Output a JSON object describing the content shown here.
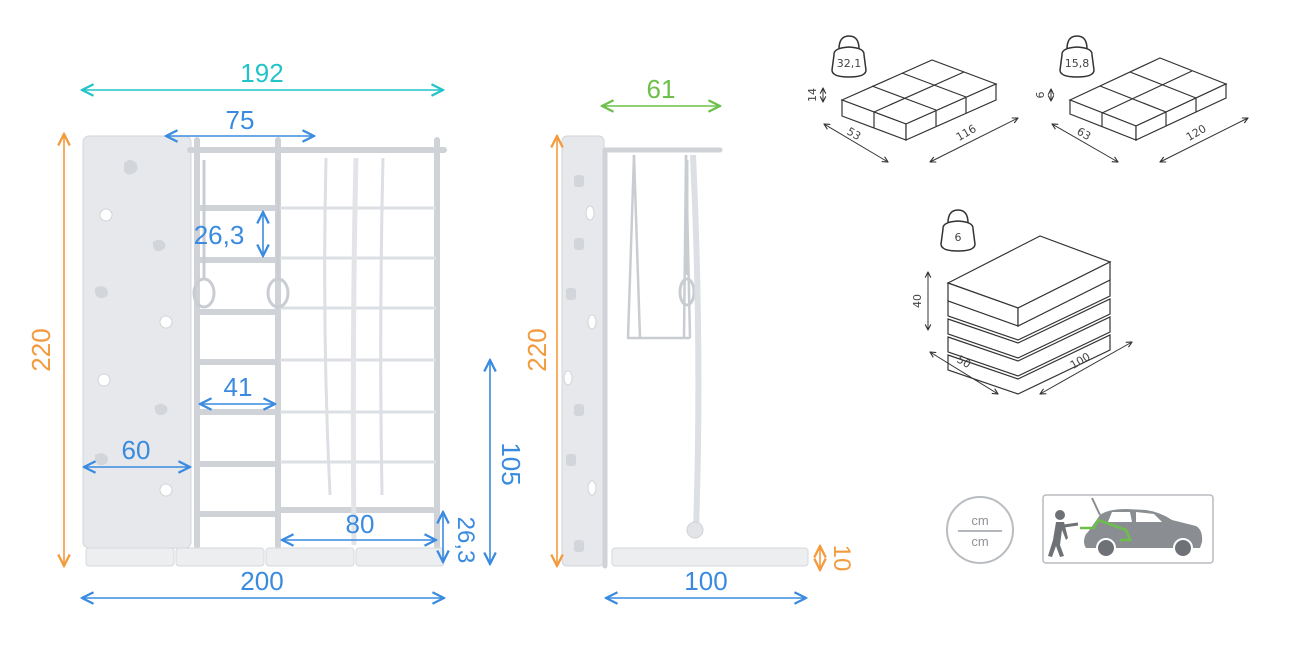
{
  "colors": {
    "teal": "#22c4c9",
    "blue": "#3a8be0",
    "orange": "#f39a3c",
    "green": "#6cc04a",
    "wall": "#e6e8eb",
    "frame": "#f2f3f5",
    "stroke": "#c9cdd2",
    "box_line": "#333333"
  },
  "front_view": {
    "total_width": "192",
    "top_bar": "75",
    "rung_spacing": "26,3",
    "inner_width": "41",
    "panel_width": "60",
    "bottom_span": "80",
    "bottom_height": "26,3",
    "side_height": "105",
    "height": "220",
    "mat_width": "200"
  },
  "side_view": {
    "depth": "61",
    "height": "220",
    "mat_length": "100",
    "mat_height": "10"
  },
  "packages": [
    {
      "weight": "32,1",
      "height": "14",
      "width": "53",
      "length": "116",
      "icon": "kettlebell-icon"
    },
    {
      "weight": "15,8",
      "height": "6",
      "width": "63",
      "length": "120",
      "icon": "kettlebell-icon"
    },
    {
      "weight": "6",
      "height": "40",
      "width": "50",
      "length": "100",
      "icon": "kettlebell-icon"
    }
  ],
  "units": {
    "top": "cm",
    "bottom": "cm"
  },
  "car_icon": "car-loading-icon"
}
